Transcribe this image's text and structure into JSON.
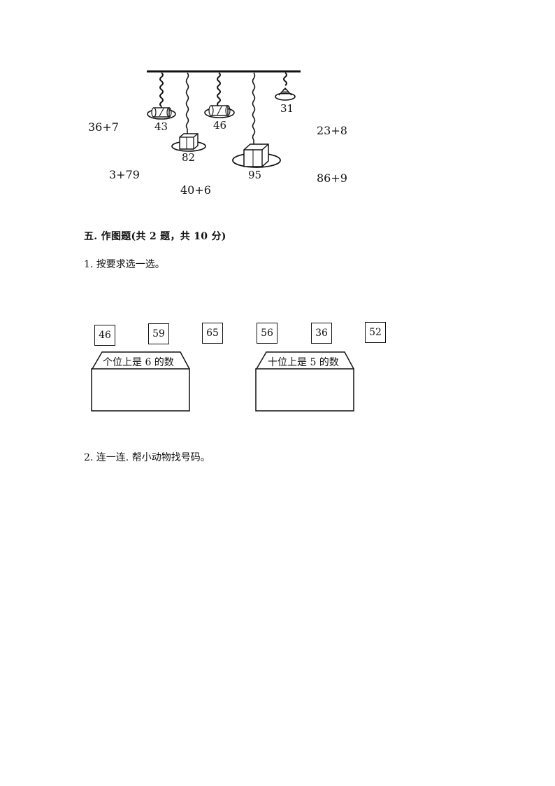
{
  "hanging_game": {
    "weights": [
      "43",
      "46",
      "31",
      "82",
      "95"
    ],
    "expressions": [
      "36+7",
      "23+8",
      "3+79",
      "86+9",
      "40+6"
    ]
  },
  "section": {
    "heading": "五. 作图题(共 2 题，共 10 分)"
  },
  "question1": {
    "prompt": "1. 按要求选一选。",
    "cards": [
      "46",
      "59",
      "65",
      "56",
      "36",
      "52"
    ],
    "bins": [
      "个位上是 6 的数",
      "十位上是 5 的数"
    ]
  },
  "question2": {
    "prompt": "2. 连一连. 帮小动物找号码。"
  }
}
